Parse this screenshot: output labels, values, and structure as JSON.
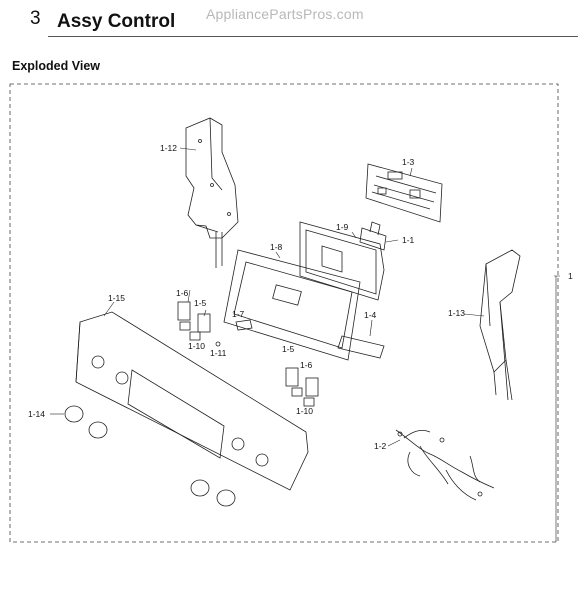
{
  "header": {
    "section_number": "3",
    "title": "Assy Control",
    "site": "AppliancePartsPros.com"
  },
  "subtitle": "Exploded View",
  "callouts": {
    "c1": "1",
    "c1_1": "1-1",
    "c1_2": "1-2",
    "c1_3": "1-3",
    "c1_4": "1-4",
    "c1_5a": "1-5",
    "c1_5b": "1-5",
    "c1_6a": "1-6",
    "c1_6b": "1-6",
    "c1_7": "1-7",
    "c1_8": "1-8",
    "c1_9": "1-9",
    "c1_10a": "1-10",
    "c1_10b": "1-10",
    "c1_11": "1-11",
    "c1_12": "1-12",
    "c1_13": "1-13",
    "c1_14": "1-14",
    "c1_15": "1-15"
  }
}
